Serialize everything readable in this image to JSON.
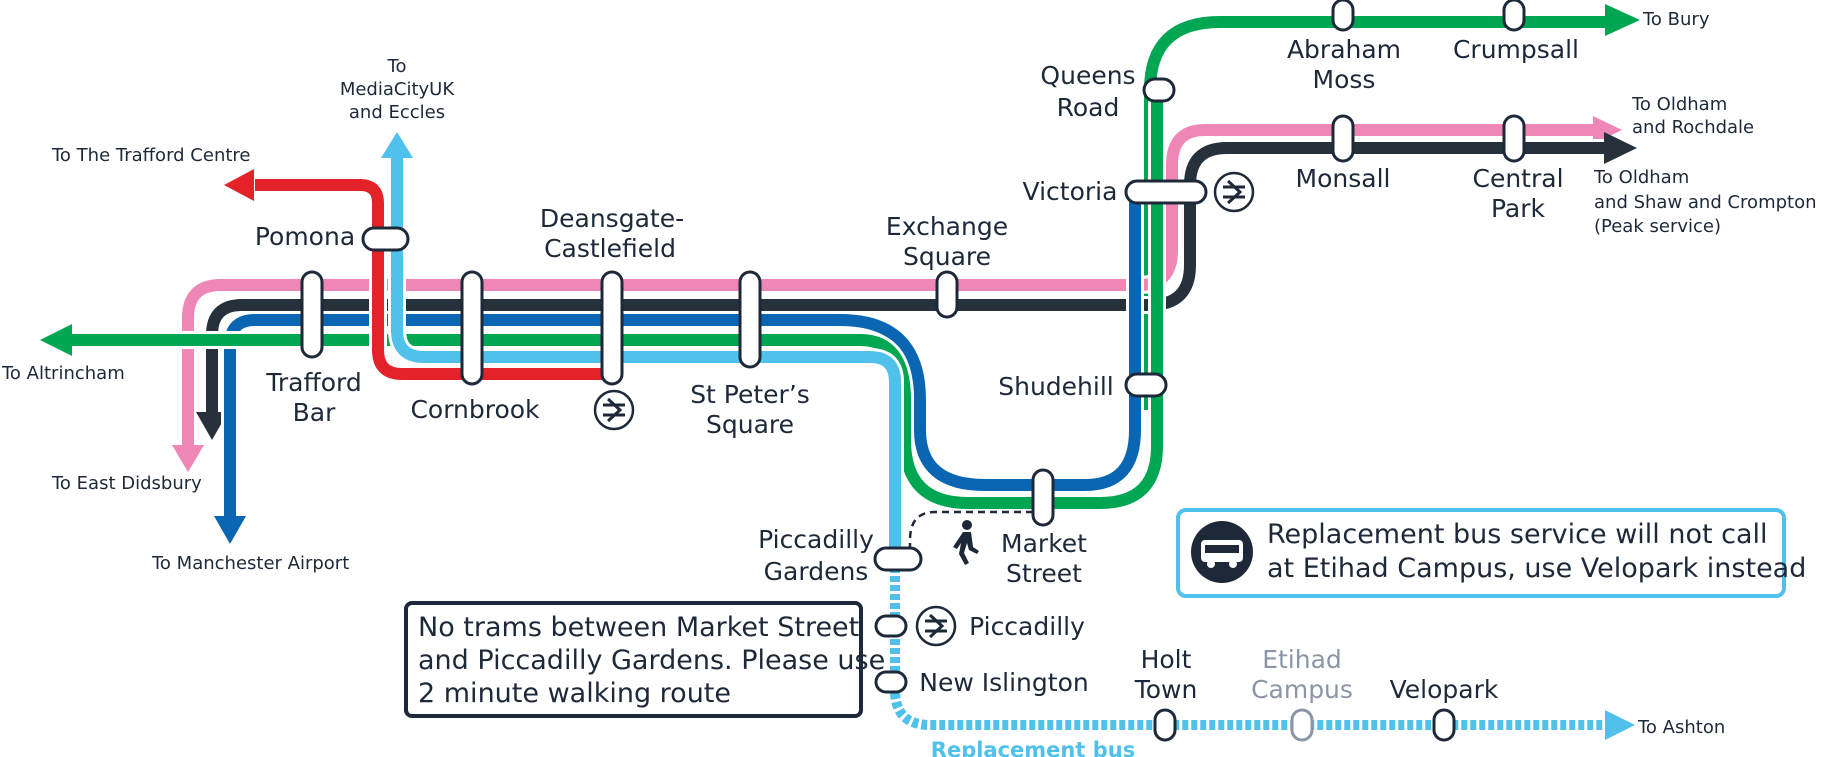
{
  "map": {
    "destinations": {
      "bury": "To Bury",
      "oldham_rochdale": [
        "To Oldham",
        "and Rochdale"
      ],
      "oldham_shaw": [
        "To Oldham",
        "and Shaw and Crompton",
        "(Peak service)"
      ],
      "trafford_centre": "To The Trafford Centre",
      "mediacity": [
        "To",
        "MediaCityUK",
        "and Eccles"
      ],
      "altrincham": "To Altrincham",
      "east_didsbury": "To East Didsbury",
      "airport": "To Manchester Airport",
      "ashton": "To Ashton"
    },
    "stations": {
      "abraham_moss": [
        "Abraham",
        "Moss"
      ],
      "crumpsall": "Crumpsall",
      "queens_road": [
        "Queens",
        "Road"
      ],
      "victoria": "Victoria",
      "monsall": "Monsall",
      "central_park": [
        "Central",
        "Park"
      ],
      "pomona": "Pomona",
      "deansgate": [
        "Deansgate-",
        "Castlefield"
      ],
      "exchange_square": [
        "Exchange",
        "Square"
      ],
      "trafford_bar": [
        "Trafford",
        "Bar"
      ],
      "cornbrook": "Cornbrook",
      "st_peters": [
        "St Peter’s",
        "Square"
      ],
      "shudehill": "Shudehill",
      "market_street": [
        "Market",
        "Street"
      ],
      "piccadilly_gardens": [
        "Piccadilly",
        "Gardens"
      ],
      "piccadilly": "Piccadilly",
      "new_islington": "New Islington",
      "holt_town": [
        "Holt",
        "Town"
      ],
      "etihad_campus": [
        "Etihad",
        "Campus"
      ],
      "velopark": "Velopark"
    },
    "replacement_bus_label": "Replacement bus",
    "notices": {
      "bus_notice": [
        "Replacement bus service will not call",
        "at Etihad Campus, use Velopark instead"
      ],
      "walk_notice": [
        "No trams between Market Street",
        "and Piccadilly Gardens. Please use",
        "2 minute walking route"
      ]
    },
    "icons": [
      "national-rail-icon",
      "bus-icon",
      "walking-person-icon"
    ],
    "colors": {
      "green": "#00a651",
      "pink": "#ee86b6",
      "dark": "#27313c",
      "blue": "#0a66b3",
      "light_blue": "#4fc1ea",
      "red": "#e4222a",
      "bus_dash": "#4fc1ea",
      "etihad_grey": "#8a96a6"
    }
  }
}
